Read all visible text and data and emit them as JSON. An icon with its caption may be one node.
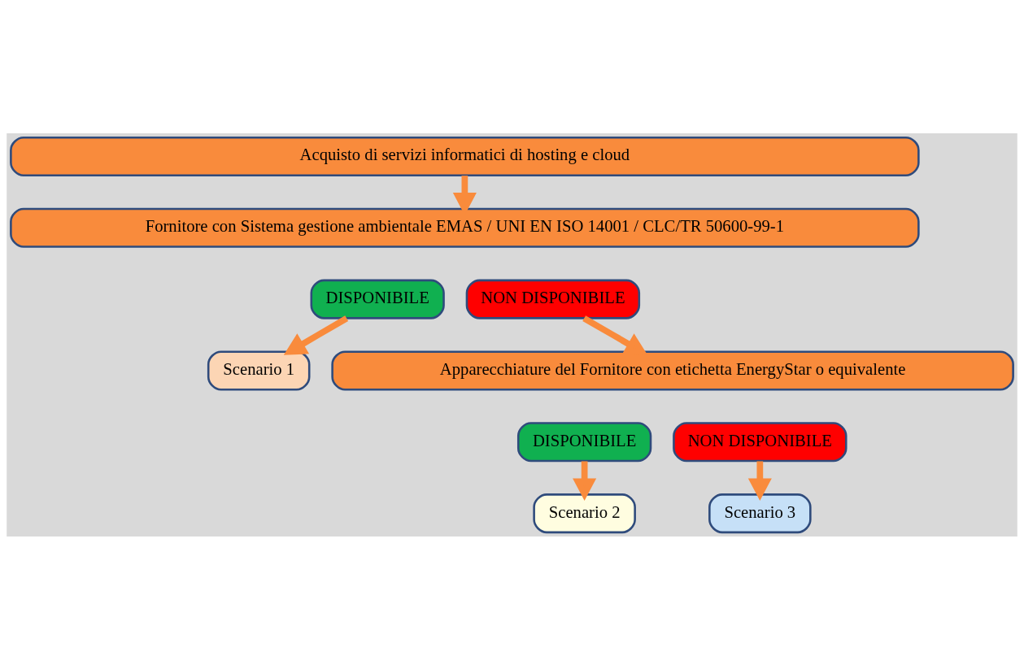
{
  "diagram": {
    "nodes": [
      {
        "text": [
          "Acquisto di servizi informatici di hosting e cloud"
        ]
      },
      {
        "text": [
          "Fornitore con Sistema gestione ambientale EMAS / UNI EN ISO 14001 / CLC/TR 50600-99-1"
        ]
      },
      {
        "text": [
          "DISPONIBILE"
        ]
      },
      {
        "text": [
          "NON DISPONIBILE"
        ]
      },
      {
        "text": [
          "Scenario 1"
        ]
      },
      {
        "text": [
          "Apparecchiature del Fornitore con etichetta EnergyStar o equivalente"
        ]
      },
      {
        "text": [
          "DISPONIBILE"
        ]
      },
      {
        "text": [
          "NON DISPONIBILE"
        ]
      },
      {
        "text": [
          "Scenario 2"
        ]
      },
      {
        "text": [
          "Scenario 3"
        ]
      }
    ],
    "edges": [
      {
        "from": 0,
        "to": 1,
        "arrow": "to"
      },
      {
        "from": 2,
        "to": 4,
        "arrow": "to"
      },
      {
        "from": 3,
        "to": 5,
        "arrow": "to"
      },
      {
        "from": 6,
        "to": 8,
        "arrow": "to"
      },
      {
        "from": 7,
        "to": 9,
        "arrow": "to"
      }
    ]
  }
}
